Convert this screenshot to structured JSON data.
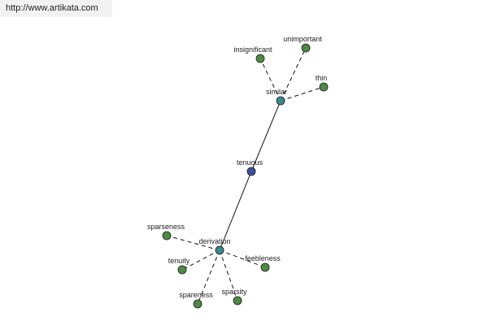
{
  "source": {
    "url_text": "http://www.artikata.com"
  },
  "colors": {
    "center": "#3d4f9a",
    "hub": "#3a8a8a",
    "leaf": "#4e8a45",
    "node_stroke": "#1a1a1a",
    "edge": "#111111"
  },
  "graph": {
    "nodes": [
      {
        "id": "tenuous",
        "label": "tenuous",
        "kind": "center"
      },
      {
        "id": "similar",
        "label": "similar",
        "kind": "hub"
      },
      {
        "id": "derivation",
        "label": "derivation",
        "kind": "hub"
      },
      {
        "id": "insignificant",
        "label": "insignificant",
        "kind": "leaf"
      },
      {
        "id": "unimportant",
        "label": "unimportant",
        "kind": "leaf"
      },
      {
        "id": "thin",
        "label": "thin",
        "kind": "leaf"
      },
      {
        "id": "sparseness",
        "label": "sparseness",
        "kind": "leaf"
      },
      {
        "id": "tenuity",
        "label": "tenuity",
        "kind": "leaf"
      },
      {
        "id": "spareness",
        "label": "spareness",
        "kind": "leaf"
      },
      {
        "id": "sparsity",
        "label": "sparsity",
        "kind": "leaf"
      },
      {
        "id": "feebleness",
        "label": "feebleness",
        "kind": "leaf"
      }
    ],
    "edges": [
      {
        "from": "tenuous",
        "to": "similar",
        "style": "solid"
      },
      {
        "from": "tenuous",
        "to": "derivation",
        "style": "solid"
      },
      {
        "from": "similar",
        "to": "insignificant",
        "style": "dashed"
      },
      {
        "from": "similar",
        "to": "unimportant",
        "style": "dashed"
      },
      {
        "from": "similar",
        "to": "thin",
        "style": "dashed"
      },
      {
        "from": "derivation",
        "to": "sparseness",
        "style": "dashed"
      },
      {
        "from": "derivation",
        "to": "tenuity",
        "style": "dashed"
      },
      {
        "from": "derivation",
        "to": "spareness",
        "style": "dashed"
      },
      {
        "from": "derivation",
        "to": "sparsity",
        "style": "dashed"
      },
      {
        "from": "derivation",
        "to": "feebleness",
        "style": "dashed"
      }
    ]
  }
}
